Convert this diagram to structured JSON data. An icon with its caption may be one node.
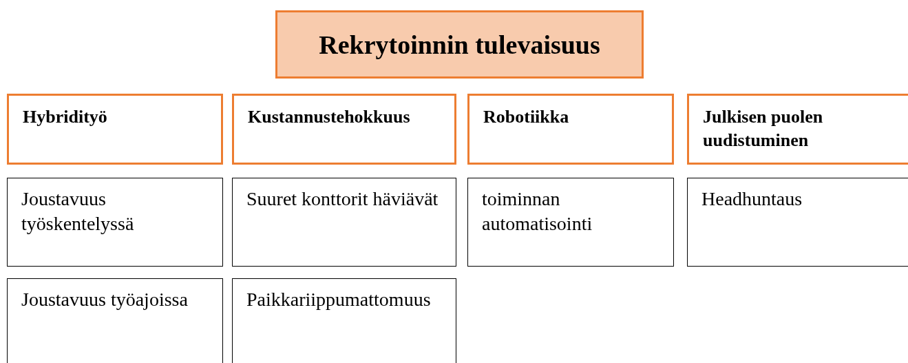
{
  "diagram": {
    "nodes": [
      {
        "text": [
          "Rekrytoinnin tulevaisuus"
        ]
      },
      {
        "text": [
          "Hybridityö"
        ]
      },
      {
        "text": [
          "Kustannustehokkuus"
        ]
      },
      {
        "text": [
          "Robotiikka"
        ]
      },
      {
        "text": [
          "Julkisen puolen uudistuminen"
        ]
      },
      {
        "text": [
          "Joustavuus työskentelyssä"
        ]
      },
      {
        "text": [
          "Suuret konttorit häviävät"
        ]
      },
      {
        "text": [
          "toiminnan automatisointi"
        ]
      },
      {
        "text": [
          "Headhuntaus"
        ]
      },
      {
        "text": [
          "Joustavuus työajoissa"
        ]
      },
      {
        "text": [
          "Paikkariippumattomuus"
        ]
      }
    ]
  }
}
